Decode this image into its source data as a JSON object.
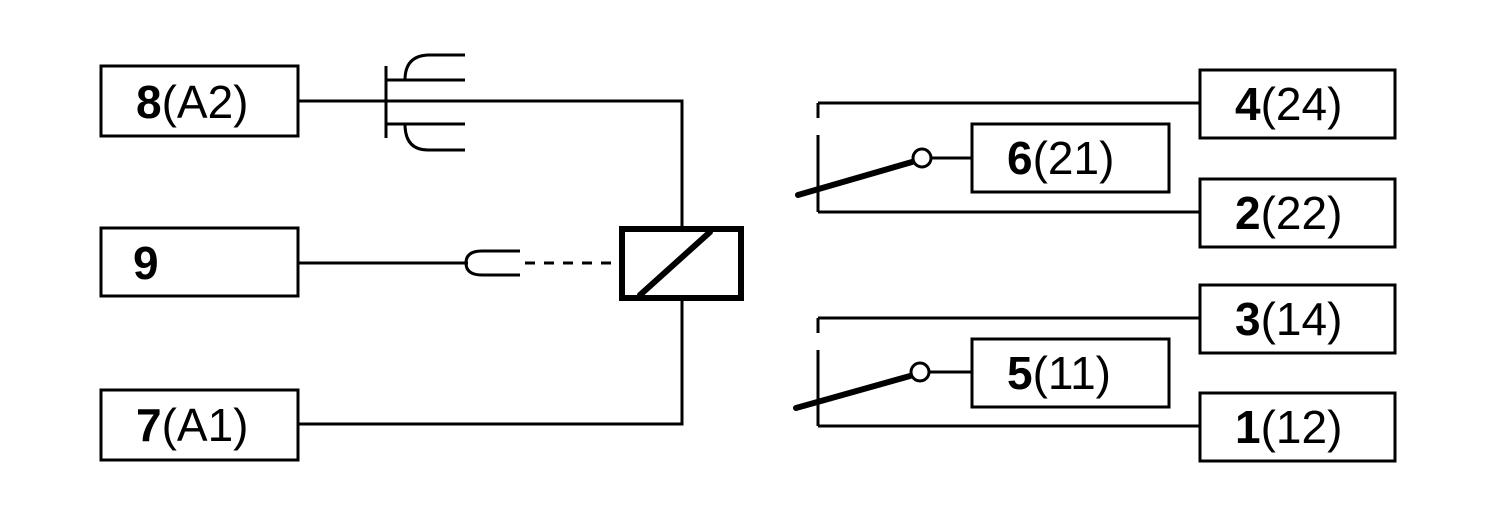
{
  "colors": {
    "line": "#000000",
    "background": "#ffffff"
  },
  "terminals": {
    "t8": {
      "num": "8",
      "suffix": "(A2)"
    },
    "t9": {
      "num": "9",
      "suffix": ""
    },
    "t7": {
      "num": "7",
      "suffix": "(A1)"
    },
    "t4": {
      "num": "4",
      "suffix": "(24)"
    },
    "t6": {
      "num": "6",
      "suffix": "(21)"
    },
    "t2": {
      "num": "2",
      "suffix": "(22)"
    },
    "t3": {
      "num": "3",
      "suffix": "(14)"
    },
    "t5": {
      "num": "5",
      "suffix": "(11)"
    },
    "t1": {
      "num": "1",
      "suffix": "(12)"
    }
  }
}
